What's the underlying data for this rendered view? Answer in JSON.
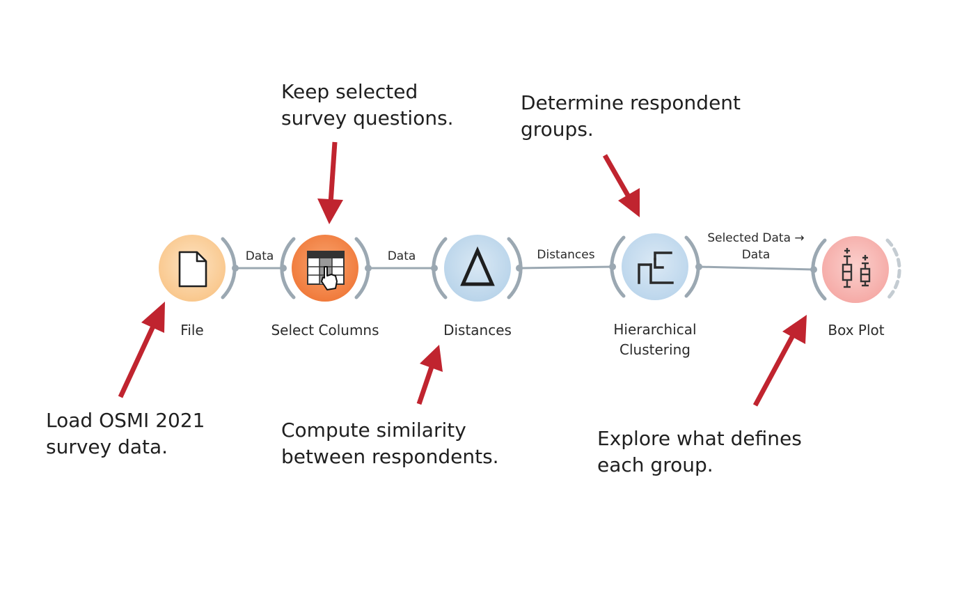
{
  "widgets": [
    {
      "id": "file",
      "label": "File",
      "icon": "file-icon"
    },
    {
      "id": "select-columns",
      "label": "Select Columns",
      "icon": "table-select-icon"
    },
    {
      "id": "distances",
      "label": "Distances",
      "icon": "delta-icon"
    },
    {
      "id": "hierarchical-clustering",
      "label": "Hierarchical\nClustering",
      "icon": "dendrogram-icon"
    },
    {
      "id": "box-plot",
      "label": "Box Plot",
      "icon": "box-plot-icon"
    }
  ],
  "links": [
    {
      "label": "Data"
    },
    {
      "label": "Data"
    },
    {
      "label": "Distances"
    },
    {
      "label": "Selected Data →\nData"
    }
  ],
  "annotations": [
    {
      "id": "load",
      "text": "Load OSMI 2021\nsurvey data."
    },
    {
      "id": "keep",
      "text": "Keep selected\nsurvey questions."
    },
    {
      "id": "compute",
      "text": "Compute similarity\nbetween respondents."
    },
    {
      "id": "determine",
      "text": "Determine respondent\ngroups."
    },
    {
      "id": "explore",
      "text": "Explore what defines\neach group."
    }
  ],
  "colors": {
    "arrow": "#c0242f",
    "link": "#9ba8b2",
    "file": "#fbd3a4",
    "select_columns": "#f58a4d",
    "distances": "#c5dcee",
    "clustering": "#c9def0",
    "box_plot": "#f7b9b6"
  }
}
